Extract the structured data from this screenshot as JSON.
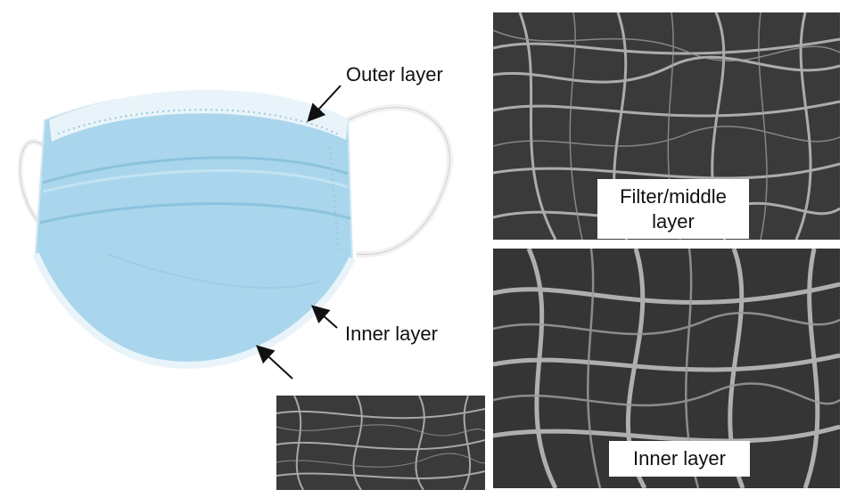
{
  "labels": {
    "outer_layer": "Outer layer",
    "inner_layer": "Inner layer"
  },
  "panels": {
    "top_right": {
      "caption": "Filter/middle layer",
      "caption_line1": "Filter/middle",
      "caption_line2": "layer"
    },
    "bottom_right": {
      "caption": "Inner layer"
    }
  },
  "colors": {
    "mask_blue": "#a9d6ec",
    "mask_white": "#e9f4fa",
    "sem_background": "#3a3a3a",
    "sem_fiber": "#b9b9b9"
  }
}
